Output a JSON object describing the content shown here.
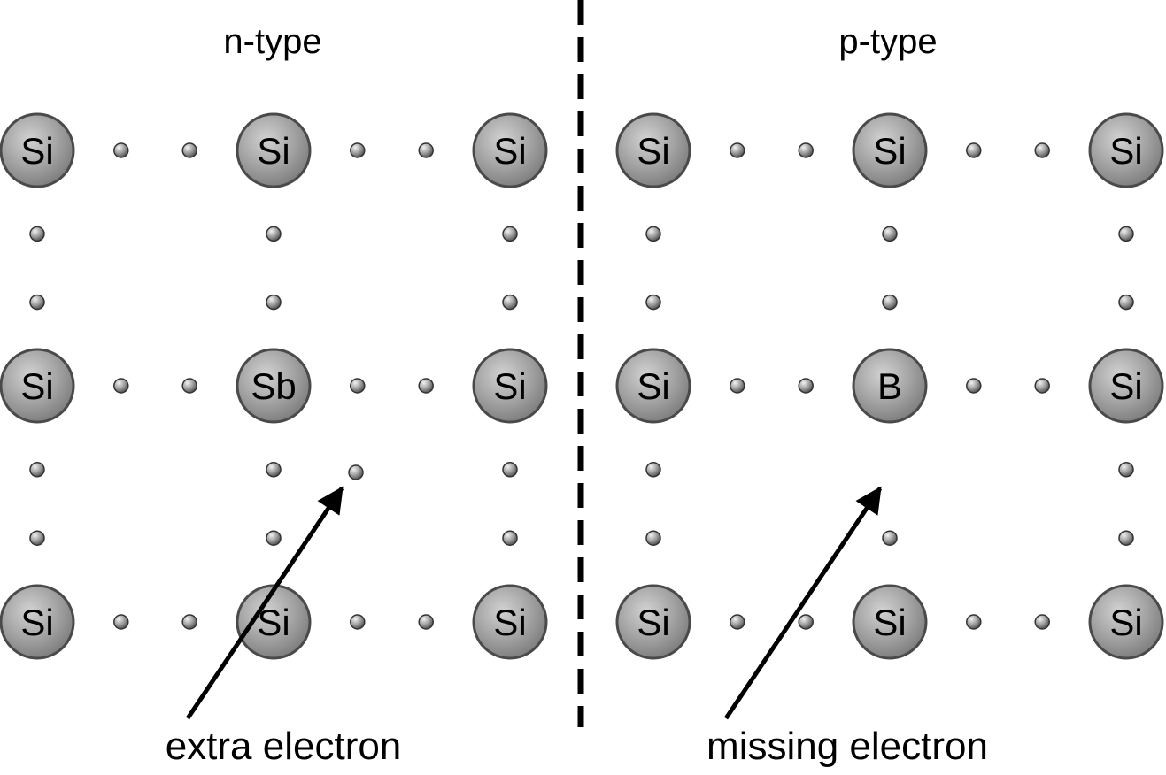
{
  "colors": {
    "atom_fill": "#9a9a9a",
    "atom_outline": "#4a4a4a",
    "electron_fill": "#888888",
    "line": "#000000"
  },
  "panels": [
    {
      "id": "n",
      "title": "n-type",
      "atoms": [
        [
          "Si",
          "Si",
          "Si"
        ],
        [
          "Si",
          "Sb",
          "Si"
        ],
        [
          "Si",
          "Si",
          "Si"
        ]
      ],
      "extra_electron": true,
      "caption": "extra electron"
    },
    {
      "id": "p",
      "title": "p-type",
      "atoms": [
        [
          "Si",
          "Si",
          "Si"
        ],
        [
          "Si",
          "B",
          "Si"
        ],
        [
          "Si",
          "Si",
          "Si"
        ]
      ],
      "extra_electron": false,
      "caption": "missing electron"
    }
  ]
}
